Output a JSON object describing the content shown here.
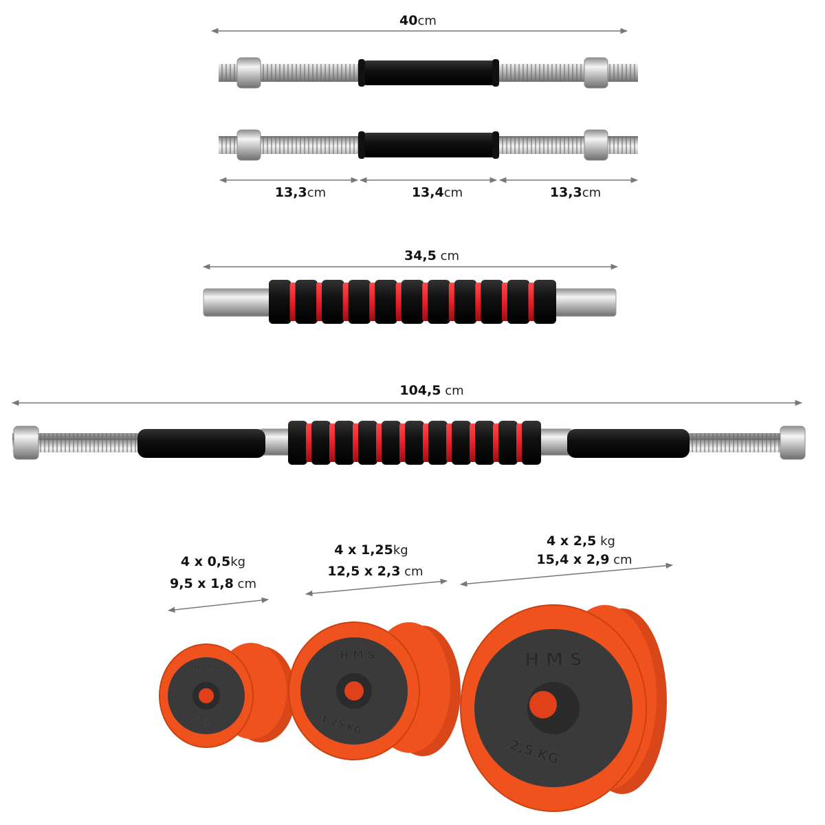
{
  "dumbbell_bars": {
    "total_length": {
      "value": "40",
      "unit": "cm"
    },
    "segments": [
      {
        "value": "13,3",
        "unit": "cm"
      },
      {
        "value": "13,4",
        "unit": "cm"
      },
      {
        "value": "13,3",
        "unit": "cm"
      }
    ]
  },
  "connector": {
    "value": "34,5",
    "unit": " cm"
  },
  "barbell": {
    "value": "104,5",
    "unit": " cm"
  },
  "plates": [
    {
      "count_weight": "4 x 0,5",
      "weight_unit": "kg",
      "size": "9,5 x 1,8",
      "size_unit": " cm",
      "embossed_brand": "H M S",
      "embossed_weight": "0,5 KG"
    },
    {
      "count_weight": "4 x 1,25",
      "weight_unit": "kg",
      "size": "12,5 x 2,3",
      "size_unit": " cm",
      "embossed_brand": "H M S",
      "embossed_weight": "1,25 KG"
    },
    {
      "count_weight": "4 x 2,5",
      "weight_unit": " kg",
      "size": "15,4 x 2,9",
      "size_unit": " cm",
      "embossed_brand": "H M S",
      "embossed_weight": "2,5 KG"
    }
  ],
  "colors": {
    "foam_red": "#e8202a",
    "foam_black": "#1a1a1a",
    "plate_orange": "#f0521e",
    "plate_iron": "#3a3a3a",
    "chrome": "#c8c8c8"
  }
}
